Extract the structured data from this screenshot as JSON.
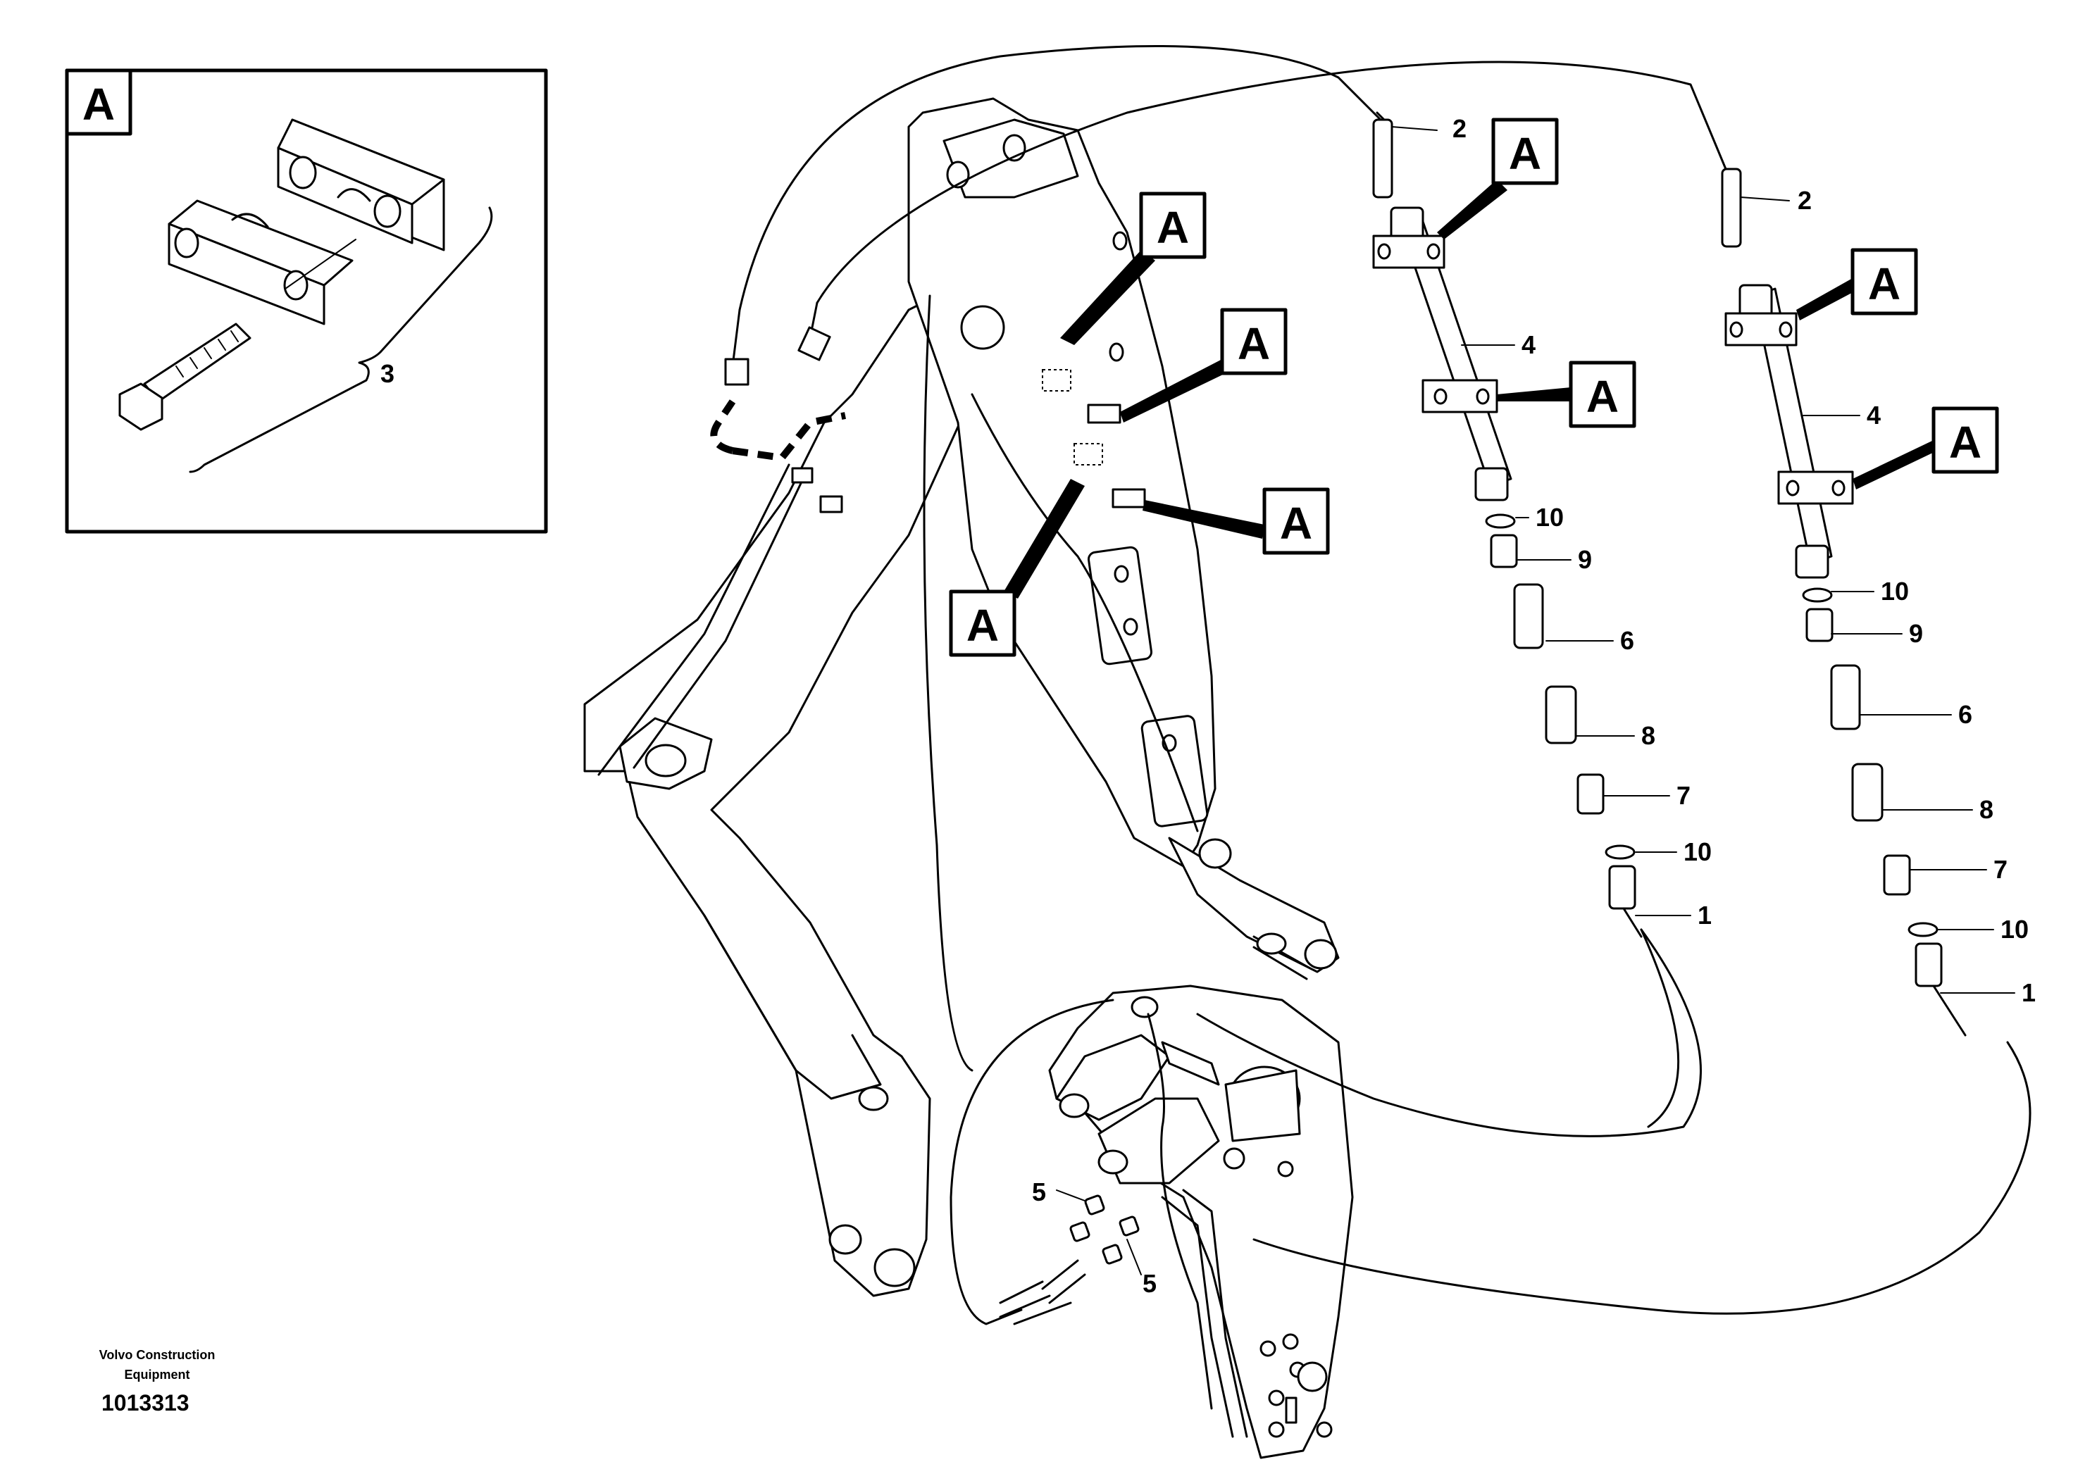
{
  "detail_view": {
    "label": "A",
    "part_number": "3"
  },
  "section_labels": [
    "A",
    "A",
    "A",
    "A",
    "A",
    "A",
    "A",
    "A",
    "A"
  ],
  "left_hose_group": {
    "parts": [
      "2",
      "4",
      "10",
      "9",
      "6",
      "8",
      "7",
      "10",
      "1"
    ]
  },
  "right_hose_group": {
    "parts": [
      "2",
      "4",
      "10",
      "9",
      "6",
      "8",
      "7",
      "10",
      "1"
    ]
  },
  "fitting_labels": [
    "5",
    "5"
  ],
  "footer": {
    "company_line1": "Volvo Construction",
    "company_line2": "Equipment",
    "document_number": "1013313"
  }
}
